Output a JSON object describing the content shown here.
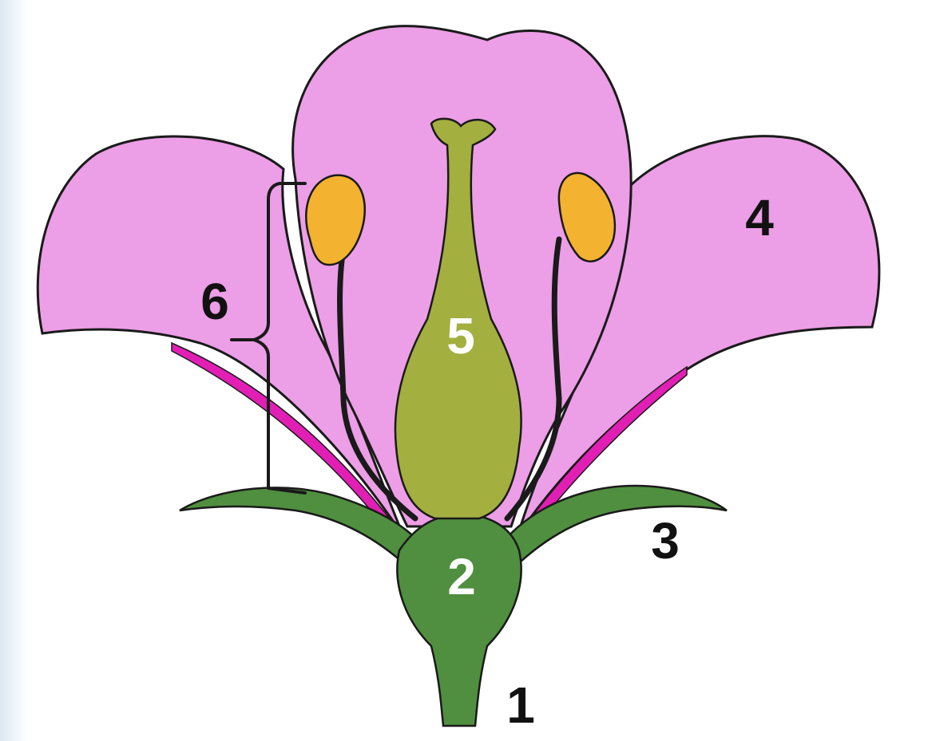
{
  "diagram": {
    "labels": {
      "stem": "1",
      "receptacle": "2",
      "sepal": "3",
      "petal": "4",
      "pistil": "5",
      "stamen": "6"
    },
    "colors": {
      "petal": "#ec9ee6",
      "petal_edge": "#e21fb5",
      "green": "#4f8f3f",
      "pistil": "#a3af3f",
      "anther": "#f3b22f",
      "outline": "#1a1a1a",
      "dark_label": "#111111",
      "light_label": "#ffffff"
    }
  }
}
